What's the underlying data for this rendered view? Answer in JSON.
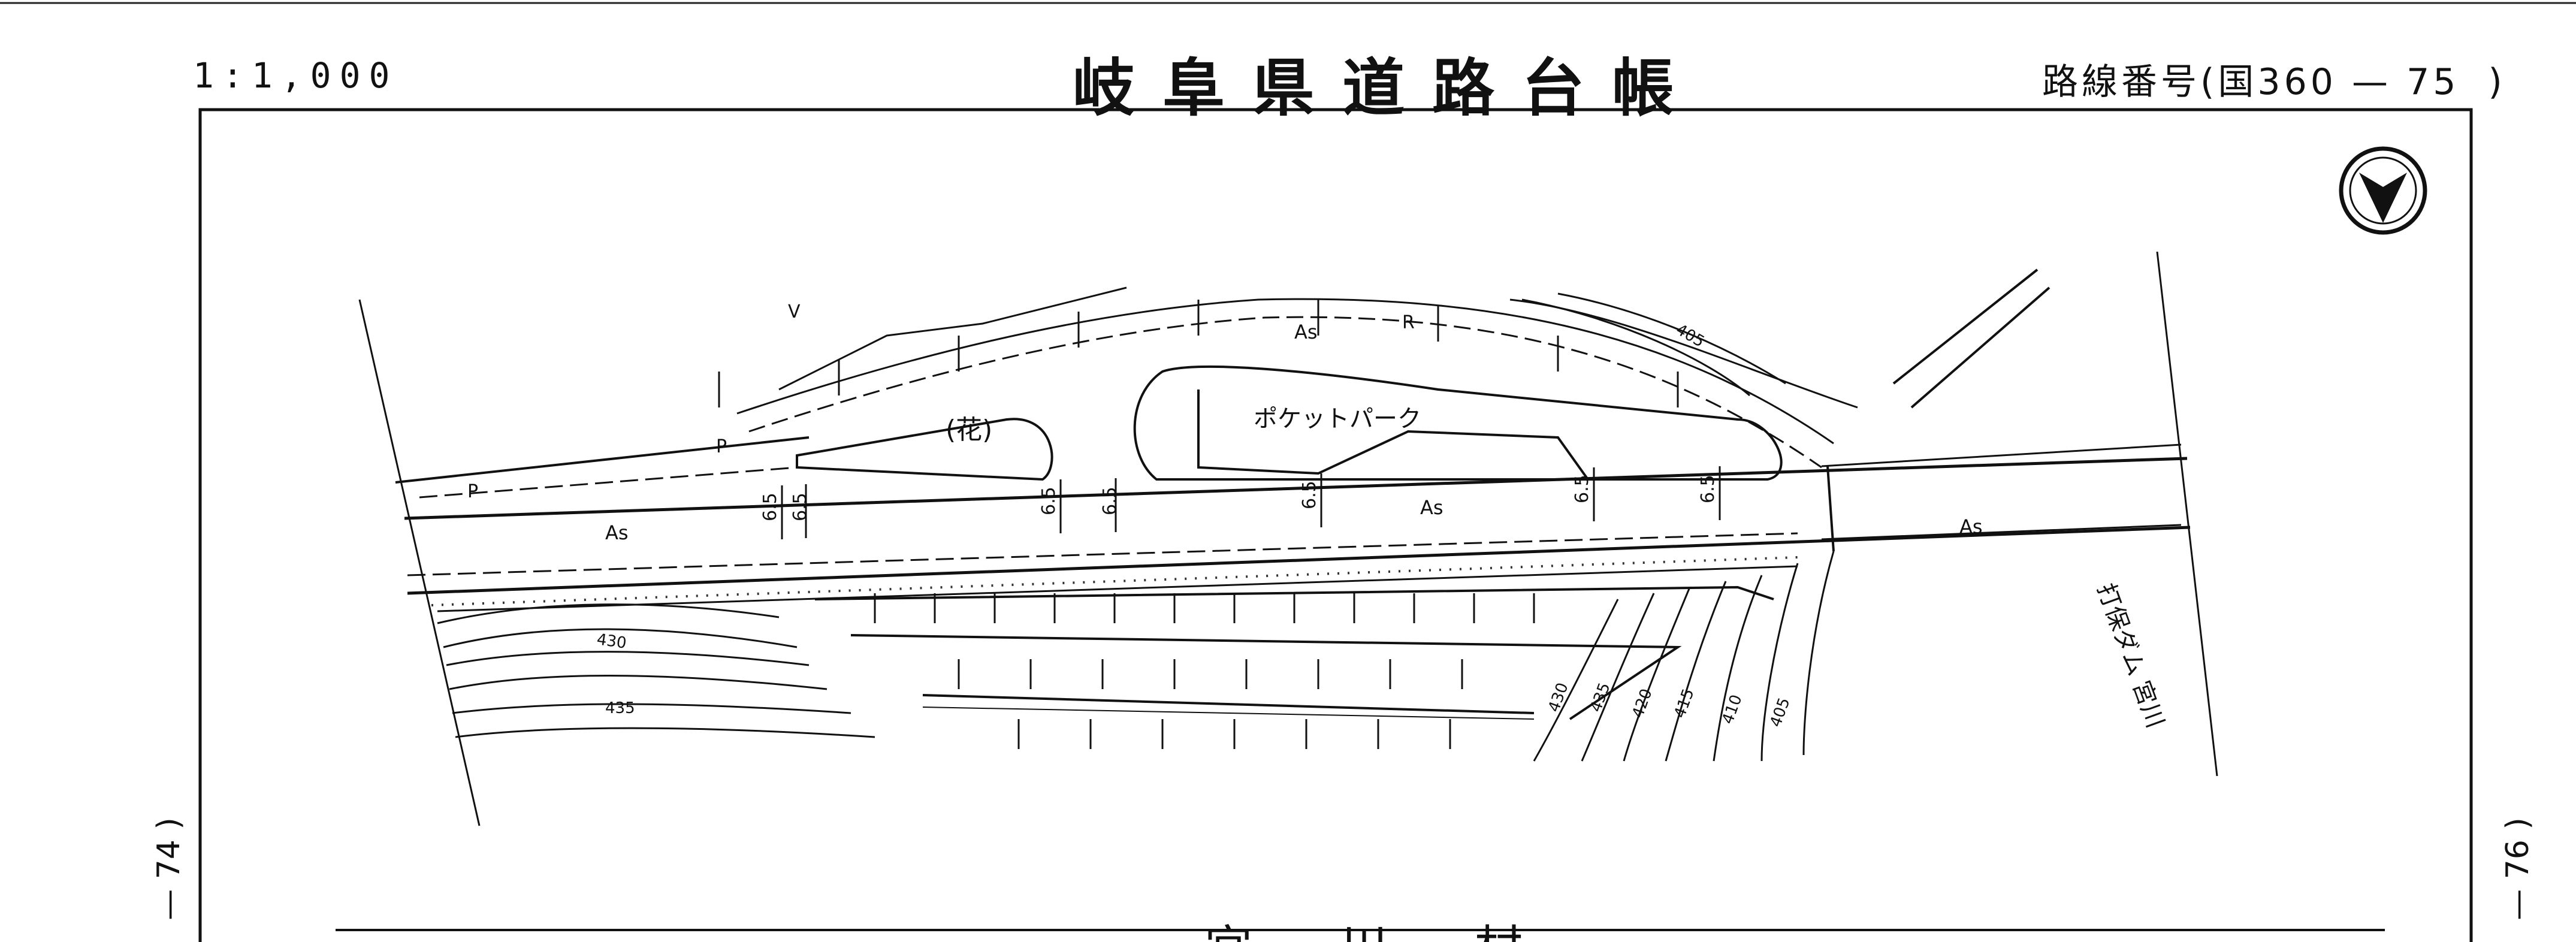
{
  "header": {
    "scale": "1:1,000",
    "title": "岐阜県道路台帳",
    "route_label": "路線番号(国360 — 75",
    "route_close": ")"
  },
  "side_labels": {
    "left": "— 74 )",
    "right": "— 76 )"
  },
  "map": {
    "north_arrow": "north-arrow-icon",
    "labels": {
      "flower": "(花)",
      "pocket_park": "ポケットパーク",
      "direction": "打保ダム 宮川",
      "surface": "As",
      "r_mark": "R",
      "p_mark": "P",
      "v_mark": "V"
    },
    "widths": [
      "6.5",
      "6.5",
      "6.5",
      "6.5",
      "6.5",
      "6.5",
      "6.5"
    ],
    "contours": [
      "405",
      "430",
      "435",
      "430",
      "435",
      "420",
      "415",
      "410",
      "405"
    ],
    "bottom_text": "宮 川 村"
  }
}
